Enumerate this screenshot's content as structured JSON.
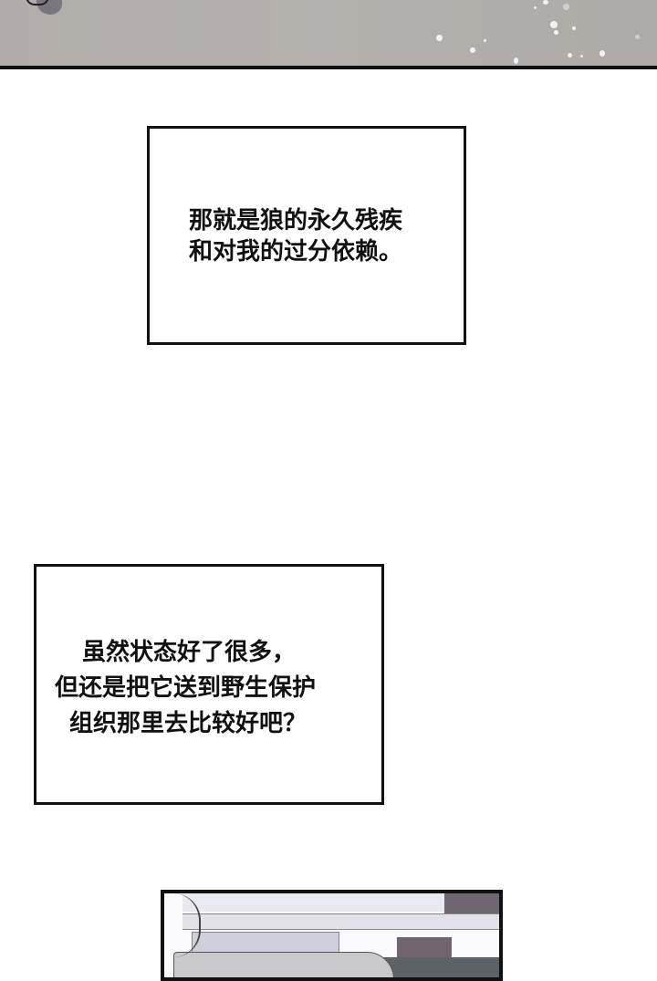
{
  "page": {
    "type": "comic-strip",
    "background": "#ffffff"
  },
  "panels": {
    "top": {
      "description": "grey panel with sparkles",
      "color": "#b2adaa"
    },
    "bottom": {
      "description": "room interior with sofa and shelf"
    }
  },
  "captions": [
    {
      "lines": [
        "那就是狼的永久残疾",
        "和对我的过分依赖。"
      ]
    },
    {
      "lines": [
        "虽然状态好了很多，",
        "但还是把它送到野生保护",
        "组织那里去比较好吧？"
      ]
    }
  ]
}
